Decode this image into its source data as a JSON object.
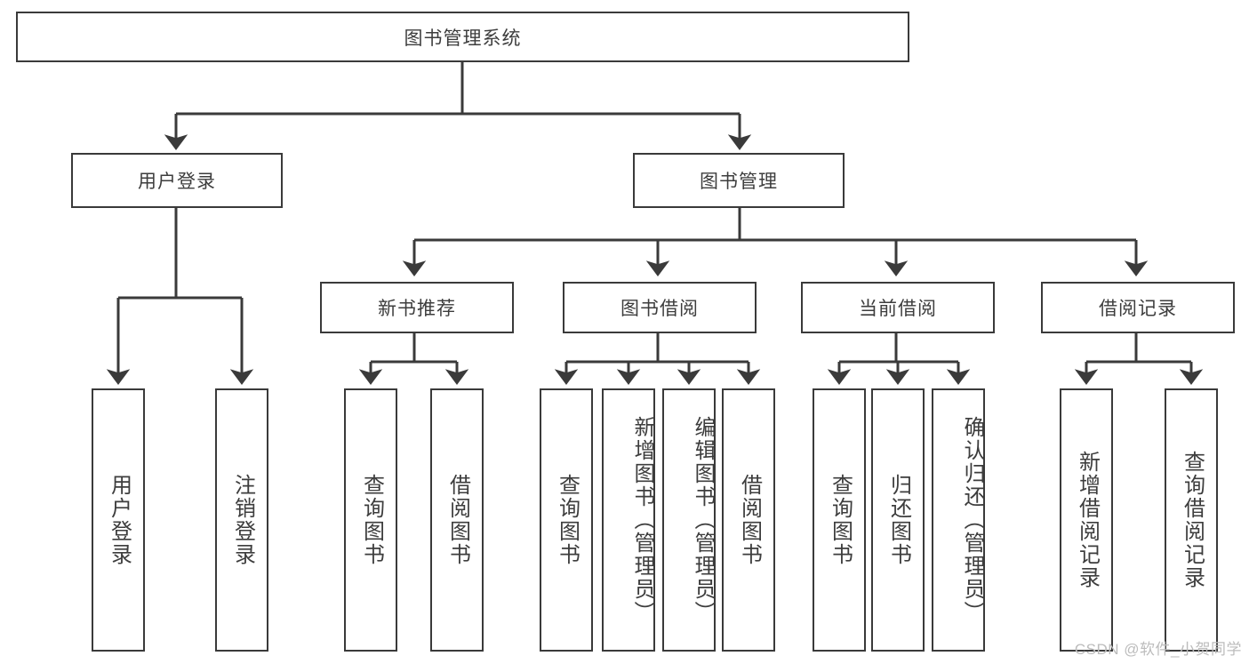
{
  "diagram": {
    "title": "图书管理系统",
    "watermark": "CSDN @软件_小贺同学",
    "colors": {
      "box_border": "#3a3a3a",
      "box_fill": "#ffffff",
      "connector": "#3a3a3a",
      "text": "#3d3d3d",
      "watermark": "#bcbcbc",
      "background": "#ffffff"
    },
    "root": {
      "label": "图书管理系统"
    },
    "level2": [
      {
        "label": "用户登录"
      },
      {
        "label": "图书管理"
      }
    ],
    "level3": [
      {
        "label": "新书推荐"
      },
      {
        "label": "图书借阅"
      },
      {
        "label": "当前借阅"
      },
      {
        "label": "借阅记录"
      }
    ],
    "leaves": {
      "user_login": [
        {
          "label": "用户登录"
        },
        {
          "label": "注销登录"
        }
      ],
      "new_book_recommend": [
        {
          "label": "查询图书"
        },
        {
          "label": "借阅图书"
        }
      ],
      "book_borrow": [
        {
          "label": "查询图书"
        },
        {
          "label": "新增图书（管理员）"
        },
        {
          "label": "编辑图书（管理员）"
        },
        {
          "label": "借阅图书"
        }
      ],
      "current_borrow": [
        {
          "label": "查询图书"
        },
        {
          "label": "归还图书"
        },
        {
          "label": "确认归还（管理员）"
        }
      ],
      "borrow_record": [
        {
          "label": "新增借阅记录"
        },
        {
          "label": "查询借阅记录"
        }
      ]
    }
  }
}
